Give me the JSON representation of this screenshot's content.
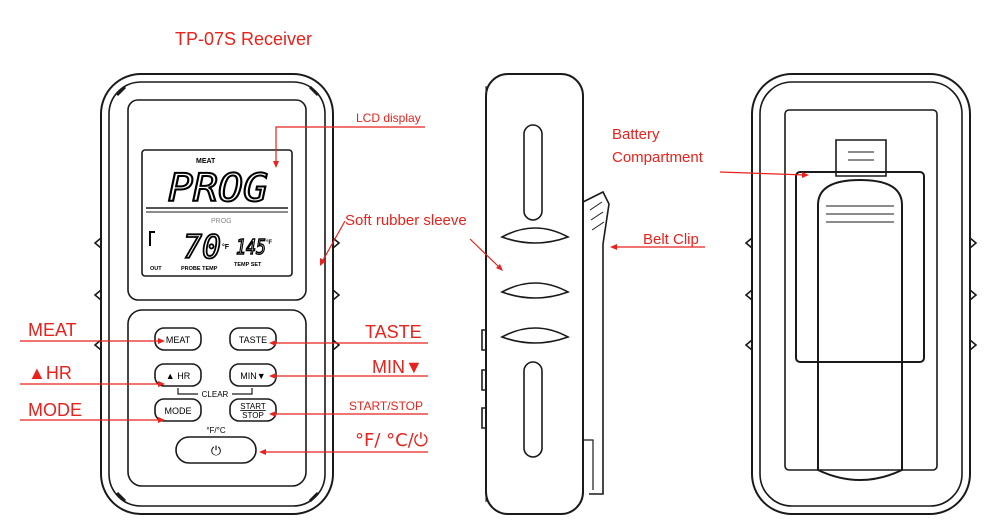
{
  "title": "TP-07S Receiver",
  "callouts": {
    "lcd_display": "LCD display",
    "soft_rubber_sleeve": "Soft rubber sleeve",
    "battery_compartment_line1": "Battery",
    "battery_compartment_line2": "Compartment",
    "belt_clip": "Belt Clip",
    "meat": "MEAT",
    "taste": "TASTE",
    "hr": "▲HR",
    "min": "MIN▼",
    "mode": "MODE",
    "start_stop": "START/STOP",
    "unit_power": "°F/ °C/⏻"
  },
  "lcd": {
    "top_label": "MEAT",
    "main_readout": "PROG",
    "prog_label": "PROG",
    "probe_temp": "70",
    "probe_unit": "°F",
    "set_temp": "145",
    "set_unit": "°F",
    "out_label": "OUT",
    "probe_temp_label": "PROBE TEMP",
    "temp_set_label": "TEMP SET"
  },
  "buttons": {
    "meat": "MEAT",
    "taste": "TASTE",
    "hr": "▲ HR",
    "min": "MIN▼",
    "clear": "CLEAR",
    "mode": "MODE",
    "start": "START",
    "stop": "STOP",
    "unit_label": "°F/°C",
    "power_icon": "⏻"
  },
  "colors": {
    "callout": "#e8221c",
    "outline": "#1a1a1a"
  }
}
